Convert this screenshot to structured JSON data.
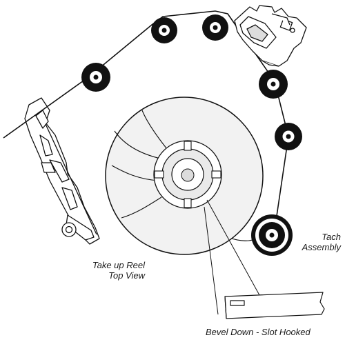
{
  "diagram": {
    "labels": {
      "take_up_line1": "Take up Reel",
      "take_up_line2": "Top View",
      "tach_line1": "Tach",
      "tach_line2": "Assembly",
      "bevel": "Bevel Down - Slot Hooked"
    },
    "colors": {
      "line": "#111111",
      "reel_fill": "#f2f2f2",
      "hub_fill": "#eaeaea",
      "roller_fill": "#111111",
      "background": "#ffffff"
    },
    "components": {
      "rollers": 6,
      "tach_assembly": 1,
      "take_up_reel": 1,
      "tape_head": 1,
      "reel_slot": 1
    }
  }
}
